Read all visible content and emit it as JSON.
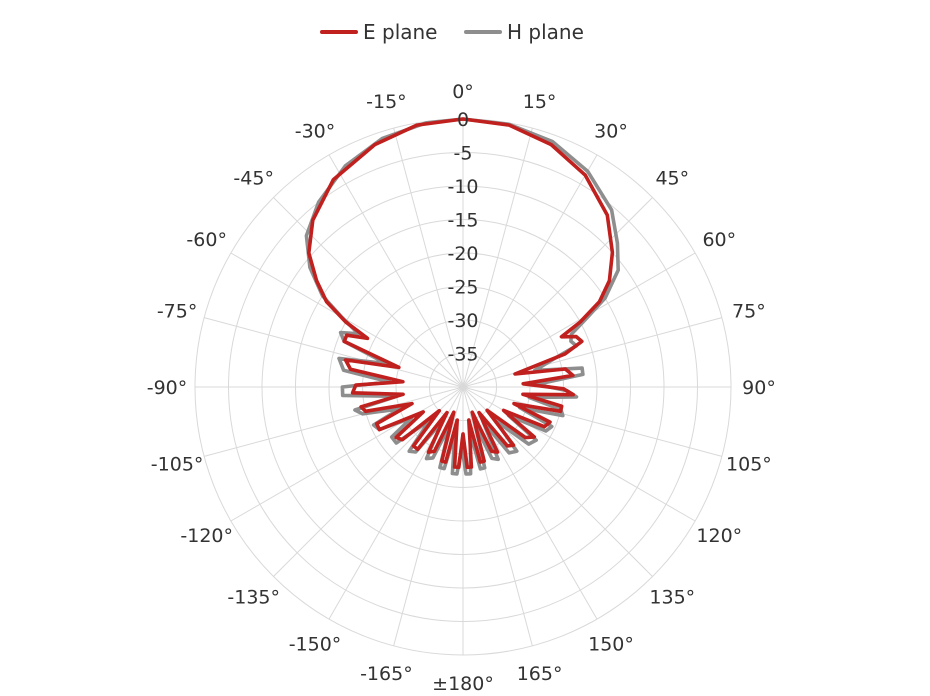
{
  "chart_data": {
    "type": "polar-line",
    "title": "",
    "legend": {
      "position": "top-center"
    },
    "series": [
      {
        "name": "E plane",
        "color": "#c0201e",
        "points": [
          [
            0,
            0
          ],
          [
            10,
            -0.3
          ],
          [
            20,
            -1.5
          ],
          [
            30,
            -3.5
          ],
          [
            40,
            -6.5
          ],
          [
            48,
            -10
          ],
          [
            54,
            -13
          ],
          [
            58,
            -16
          ],
          [
            61,
            -20
          ],
          [
            63,
            -23.5
          ],
          [
            66,
            -21.5
          ],
          [
            69,
            -21
          ],
          [
            72,
            -24
          ],
          [
            76,
            -32
          ],
          [
            80,
            -24.5
          ],
          [
            84,
            -23.5
          ],
          [
            87,
            -31
          ],
          [
            91,
            -25
          ],
          [
            94,
            -23.5
          ],
          [
            97,
            -31
          ],
          [
            101,
            -25
          ],
          [
            104,
            -25
          ],
          [
            108,
            -32
          ],
          [
            112,
            -26
          ],
          [
            116,
            -26.5
          ],
          [
            120,
            -33
          ],
          [
            125,
            -27
          ],
          [
            129,
            -28
          ],
          [
            134,
            -35
          ],
          [
            139,
            -28.5
          ],
          [
            143,
            -29
          ],
          [
            148,
            -35.5
          ],
          [
            152,
            -29
          ],
          [
            156,
            -29.5
          ],
          [
            160,
            -36
          ],
          [
            164,
            -28.5
          ],
          [
            167,
            -28.5
          ],
          [
            170,
            -35
          ],
          [
            174,
            -28
          ],
          [
            177,
            -28
          ],
          [
            180,
            -33
          ],
          [
            183,
            -28
          ],
          [
            186,
            -28
          ],
          [
            190,
            -35
          ],
          [
            193,
            -28.5
          ],
          [
            196,
            -28.5
          ],
          [
            200,
            -36
          ],
          [
            204,
            -29.5
          ],
          [
            208,
            -29
          ],
          [
            212,
            -35.5
          ],
          [
            216,
            -28.5
          ],
          [
            220,
            -28.5
          ],
          [
            225,
            -35
          ],
          [
            229,
            -28
          ],
          [
            233,
            -27.5
          ],
          [
            238,
            -33
          ],
          [
            243,
            -26
          ],
          [
            247,
            -26
          ],
          [
            252,
            -32
          ],
          [
            256,
            -25
          ],
          [
            259,
            -24.5
          ],
          [
            263,
            -31
          ],
          [
            267,
            -23.5
          ],
          [
            271,
            -24
          ],
          [
            275,
            -31
          ],
          [
            279,
            -23
          ],
          [
            283,
            -22
          ],
          [
            287,
            -30
          ],
          [
            291,
            -21
          ],
          [
            294,
            -21
          ],
          [
            297,
            -24
          ],
          [
            299,
            -20
          ],
          [
            302,
            -16
          ],
          [
            306,
            -13
          ],
          [
            311,
            -9.5
          ],
          [
            318,
            -6.5
          ],
          [
            328,
            -3.5
          ],
          [
            340,
            -1.5
          ],
          [
            350,
            -0.3
          ],
          [
            360,
            0
          ]
        ]
      },
      {
        "name": "H plane",
        "color": "#8e8e8e",
        "points": [
          [
            0,
            0
          ],
          [
            10,
            -0.2
          ],
          [
            20,
            -1
          ],
          [
            30,
            -2.8
          ],
          [
            40,
            -5.5
          ],
          [
            47,
            -8.5
          ],
          [
            53,
            -11
          ],
          [
            58,
            -15
          ],
          [
            61,
            -19
          ],
          [
            64,
            -22
          ],
          [
            67,
            -22.5
          ],
          [
            70,
            -22
          ],
          [
            73,
            -26
          ],
          [
            77,
            -29
          ],
          [
            81,
            -22
          ],
          [
            84,
            -22
          ],
          [
            88,
            -29
          ],
          [
            92,
            -24.5
          ],
          [
            95,
            -23
          ],
          [
            99,
            -30
          ],
          [
            103,
            -25
          ],
          [
            106,
            -24.5
          ],
          [
            110,
            -31
          ],
          [
            114,
            -25.5
          ],
          [
            118,
            -26
          ],
          [
            122,
            -32
          ],
          [
            126,
            -26.5
          ],
          [
            131,
            -27
          ],
          [
            136,
            -33
          ],
          [
            140,
            -27.5
          ],
          [
            145,
            -28
          ],
          [
            150,
            -34
          ],
          [
            154,
            -28
          ],
          [
            158,
            -28.5
          ],
          [
            162,
            -34
          ],
          [
            165,
            -27.5
          ],
          [
            168,
            -27.5
          ],
          [
            171,
            -33
          ],
          [
            175,
            -27
          ],
          [
            178,
            -27
          ],
          [
            181,
            -31
          ],
          [
            184,
            -27
          ],
          [
            187,
            -27
          ],
          [
            190,
            -33
          ],
          [
            193,
            -27.5
          ],
          [
            196,
            -27.5
          ],
          [
            199,
            -34
          ],
          [
            203,
            -28.5
          ],
          [
            207,
            -28
          ],
          [
            211,
            -34
          ],
          [
            216,
            -28
          ],
          [
            220,
            -27.5
          ],
          [
            225,
            -33
          ],
          [
            230,
            -27
          ],
          [
            235,
            -27
          ],
          [
            239,
            -31
          ],
          [
            243,
            -26
          ],
          [
            247,
            -25.5
          ],
          [
            251,
            -30
          ],
          [
            255,
            -24.5
          ],
          [
            258,
            -23.5
          ],
          [
            262,
            -30
          ],
          [
            266,
            -22
          ],
          [
            270,
            -22
          ],
          [
            274,
            -29
          ],
          [
            278,
            -22
          ],
          [
            283,
            -21
          ],
          [
            287,
            -28
          ],
          [
            291,
            -21
          ],
          [
            294,
            -20
          ],
          [
            297,
            -22.5
          ],
          [
            300,
            -19
          ],
          [
            303,
            -15
          ],
          [
            308,
            -11
          ],
          [
            314,
            -7.5
          ],
          [
            322,
            -5
          ],
          [
            332,
            -2.6
          ],
          [
            342,
            -1
          ],
          [
            352,
            -0.2
          ],
          [
            360,
            0
          ]
        ]
      }
    ],
    "radial_axis": {
      "range": [
        -40,
        0
      ],
      "ticks": [
        0,
        -5,
        -10,
        -15,
        -20,
        -25,
        -30,
        -35
      ],
      "tick_labels": [
        "0",
        "-5",
        "-10",
        "-15",
        "-20",
        "-25",
        "-30",
        "-35"
      ]
    },
    "angular_axis": {
      "direction": "clockwise",
      "zero": "top",
      "step": 15,
      "tick_labels": [
        "0°",
        "15°",
        "30°",
        "45°",
        "60°",
        "75°",
        "90°",
        "105°",
        "120°",
        "135°",
        "150°",
        "165°",
        "±180°",
        "-165°",
        "-150°",
        "-135°",
        "-120°",
        "-105°",
        "-90°",
        "-75°",
        "-60°",
        "-45°",
        "-30°",
        "-15°"
      ]
    },
    "grid": true
  }
}
